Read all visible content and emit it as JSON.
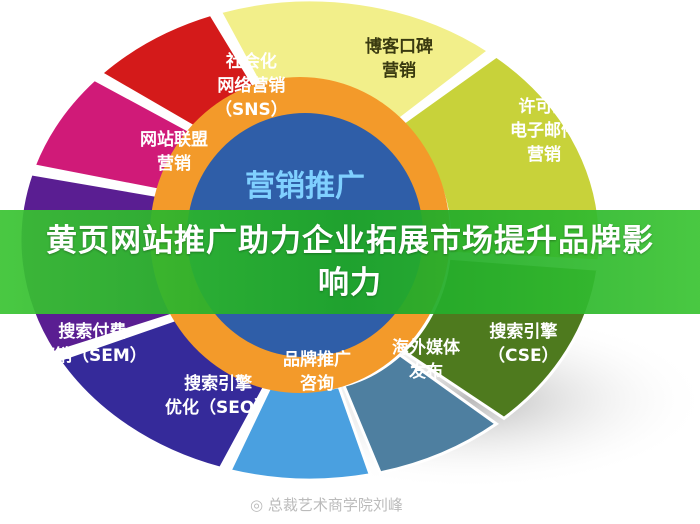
{
  "diagram": {
    "center_label": "营销推广",
    "segments": [
      {
        "label": "博客口碑\n营销",
        "color": "#f2ef8a",
        "text_color": "#3a3a10"
      },
      {
        "label": "许可式\n电子邮件\n营销",
        "color": "#c8d23a",
        "text_color": "#ffffff"
      },
      {
        "label": "搜索引擎\n（CSE）",
        "color": "#4e7a1e",
        "text_color": "#ffffff"
      },
      {
        "label": "海外媒体\n发布",
        "color": "#4e7fa0",
        "text_color": "#ffffff"
      },
      {
        "label": "品牌推广\n咨询",
        "color": "#4aa0e0",
        "text_color": "#ffffff"
      },
      {
        "label": "搜索引擎\n优化（SEO）",
        "color": "#352a9a",
        "text_color": "#ffffff"
      },
      {
        "label": "搜索付费\n营销（SEM）",
        "color": "#5a1e92",
        "text_color": "#ffffff"
      },
      {
        "label": "网站联盟\n营销",
        "color": "#d01a78",
        "text_color": "#ffffff"
      },
      {
        "label": "社会化\n网络营销\n（SNS）",
        "color": "#d41a1a",
        "text_color": "#ffffff"
      }
    ],
    "ring_color": "#f39a2a",
    "core_color": "#2f5ea8"
  },
  "banner": {
    "title": "黄页网站推广助力企业拓展市场提升品牌影响力",
    "color": "#2fb02f"
  },
  "watermark": "总裁艺术商学院刘峰"
}
